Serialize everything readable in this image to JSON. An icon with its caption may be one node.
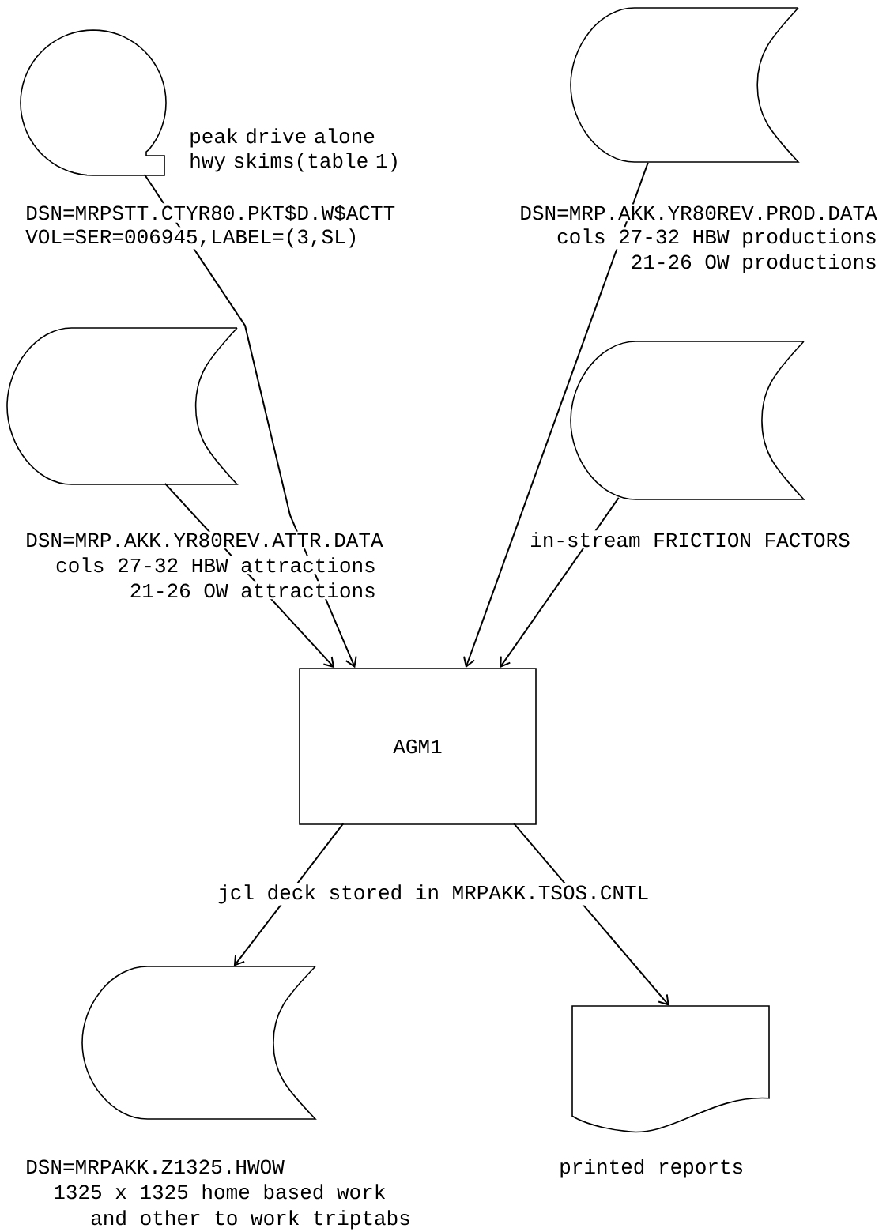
{
  "diagram": {
    "nodes": [
      {
        "text": [],
        "shape": "circle",
        "beside": [
          "peak drive alone hwy skims(table 1)",
          "DSN=MRPSTT.CTYR80.PKT$D.W$ACTT",
          "VOL=SER=006945,LABEL=(3,SL)"
        ]
      },
      {
        "text": [],
        "shape": "cylinder",
        "beside": [
          "DSN=MRP.AKK.YR80REV.PROD.DATA",
          "cols 27-32 HBW productions",
          "21-26 OW productions"
        ]
      },
      {
        "text": [],
        "shape": "cylinder",
        "beside": [
          "DSN=MRP.AKK.YR80REV.ATTR.DATA",
          "cols 27-32 HBW attractions",
          "21-26 OW attractions"
        ]
      },
      {
        "text": [],
        "shape": "cylinder",
        "beside": [
          "in-stream FRICTION FACTORS"
        ]
      },
      {
        "text": [
          "AGM1"
        ]
      },
      {
        "text": [],
        "shape": "cylinder",
        "beside": [
          "DSN=MRPAKK.Z1325.HWOW",
          "1325 x 1325 home based work",
          "and other to work triptabs"
        ]
      },
      {
        "text": [],
        "shape": "document",
        "beside": [
          "printed reports"
        ]
      }
    ],
    "edges": [
      {
        "from": 0,
        "to": 4,
        "arrow": "to"
      },
      {
        "from": 2,
        "to": 4,
        "arrow": "to"
      },
      {
        "from": 1,
        "to": 4,
        "arrow": "to"
      },
      {
        "from": 3,
        "to": 4,
        "arrow": "to"
      },
      {
        "from": 4,
        "to": 5,
        "arrow": "to"
      },
      {
        "from": 4,
        "to": 6,
        "arrow": "to"
      }
    ],
    "labels": [
      "jcl deck stored in MRPAKK.TSOS.CNTL"
    ]
  }
}
